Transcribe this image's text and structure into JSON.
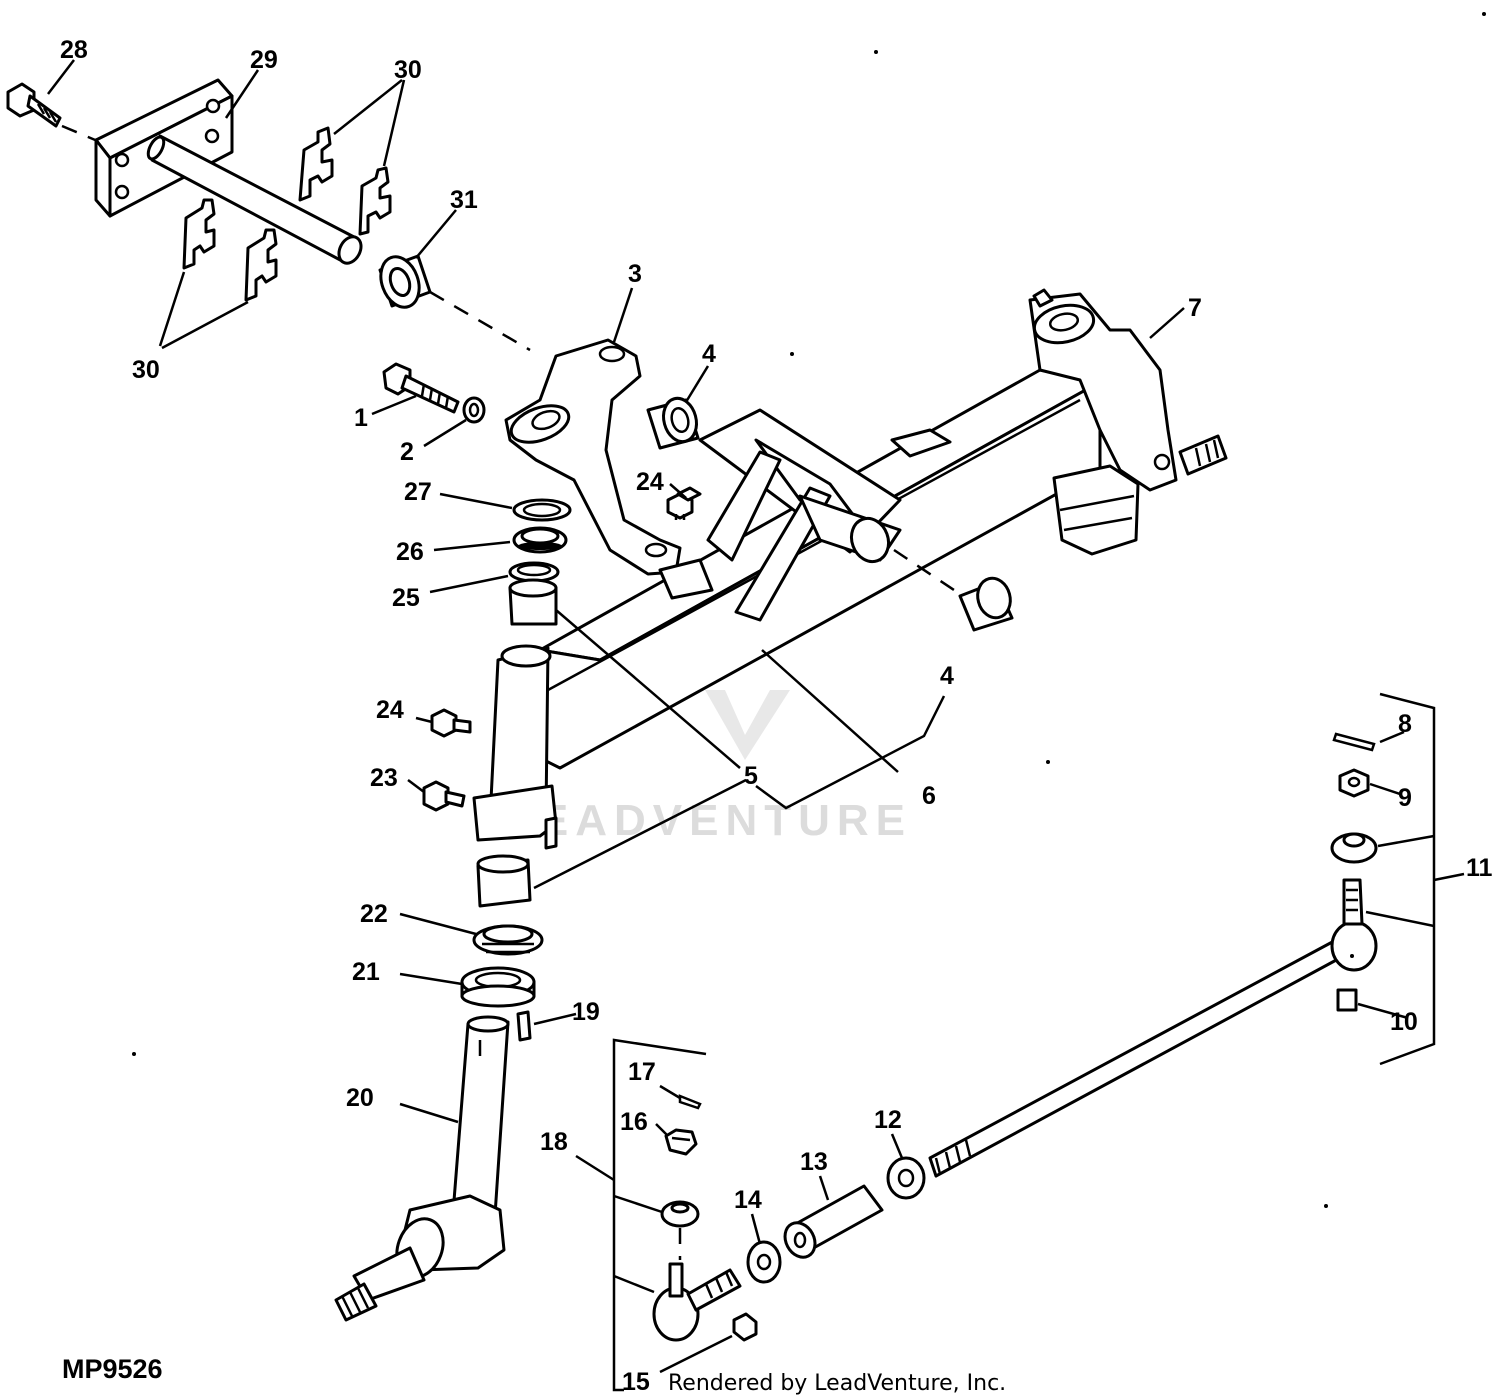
{
  "figure_id": "MP9526",
  "credit": "Rendered by LeadVenture, Inc.",
  "watermark": "LEADVENTURE",
  "callouts": [
    "1",
    "2",
    "3",
    "4",
    "4",
    "5",
    "6",
    "7",
    "8",
    "9",
    "10",
    "11",
    "12",
    "13",
    "14",
    "15",
    "16",
    "17",
    "18",
    "19",
    "20",
    "21",
    "22",
    "23",
    "24",
    "24",
    "25",
    "26",
    "27",
    "28",
    "29",
    "30",
    "30",
    "31"
  ]
}
